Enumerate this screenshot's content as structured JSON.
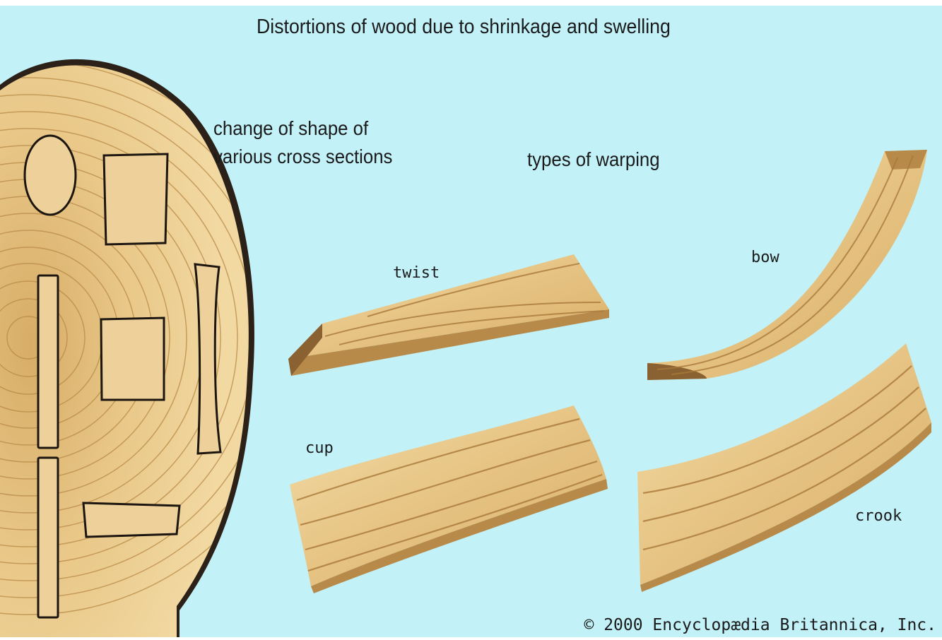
{
  "title": "Distortions of wood due to shrinkage and swelling",
  "sections": {
    "cross_sections_heading": [
      "change of shape of",
      "various cross sections"
    ],
    "warping_heading": "types of warping"
  },
  "warp_labels": {
    "twist": "twist",
    "bow": "bow",
    "cup": "cup",
    "crook": "crook"
  },
  "copyright": "© 2000 Encyclopædia Britannica, Inc.",
  "colors": {
    "background": "#c2f1f8",
    "wood_light": "#f0d69a",
    "wood_mid": "#dcb36a",
    "grain": "#a9793a",
    "bark": "#2b2118"
  }
}
